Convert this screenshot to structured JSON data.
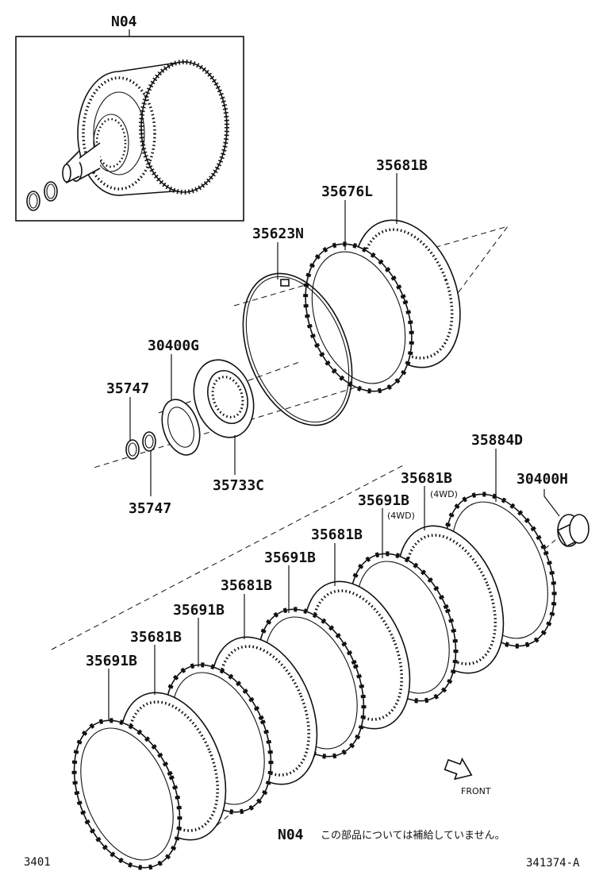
{
  "inset": {
    "label": "N04"
  },
  "parts": {
    "p35681B_top": "35681B",
    "p35676L": "35676L",
    "p35623N": "35623N",
    "p30400G": "30400G",
    "p35747_a": "35747",
    "p35747_b": "35747",
    "p35733C": "35733C",
    "p35884D": "35884D",
    "p30400H": "30400H",
    "p35681B_4wd": "35681B",
    "p35691B_4wd": "35691B",
    "p35681B_3": "35681B",
    "p35691B_3": "35691B",
    "p35681B_2": "35681B",
    "p35691B_2": "35691B",
    "p35681B_1": "35681B",
    "p35691B_1": "35691B"
  },
  "qualifiers": {
    "q1": "(4WD)",
    "q2": "(4WD)"
  },
  "front_label": "FRONT",
  "note": {
    "code": "N04",
    "text": "この部品については補給していません。"
  },
  "footer": {
    "left": "3401",
    "right": "341374-A"
  }
}
